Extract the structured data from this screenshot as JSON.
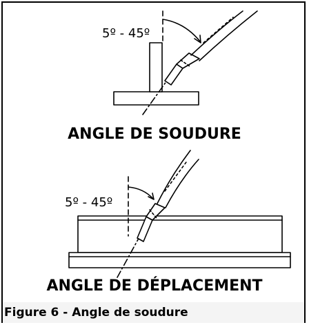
{
  "diagram_top": {
    "angle_label": "5º - 45º",
    "title": "ANGLE DE SOUDURE"
  },
  "diagram_bottom": {
    "angle_label": "5º - 45º",
    "title": "ANGLE DE DÉPLACEMENT"
  },
  "figure_caption": "Figure 6 - Angle de soudure",
  "colors": {
    "line": "#000000",
    "background": "#ffffff",
    "caption_bg": "#f4f4f4"
  }
}
